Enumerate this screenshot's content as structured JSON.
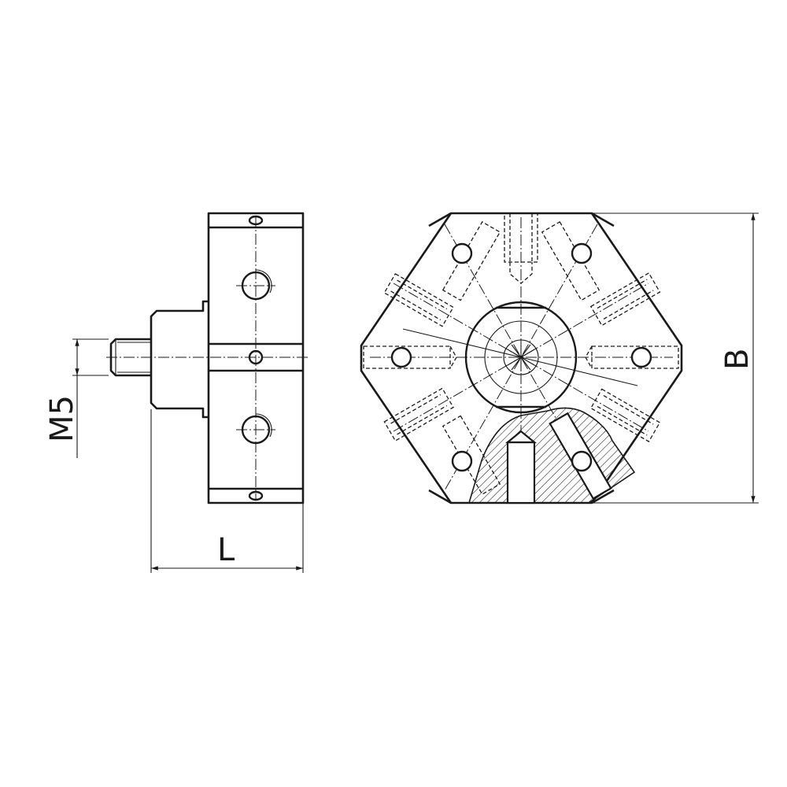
{
  "dimensions": {
    "thread_label": "M5",
    "length_label": "L",
    "width_label": "B"
  }
}
